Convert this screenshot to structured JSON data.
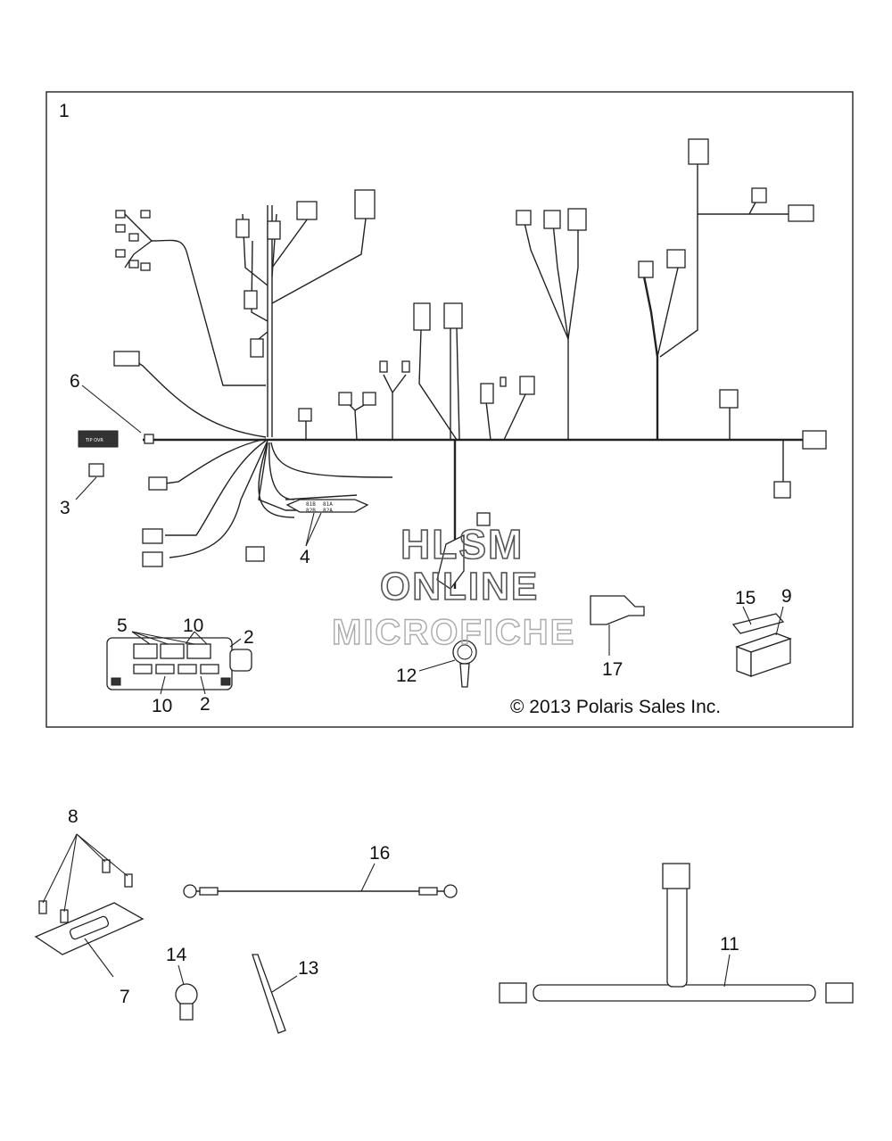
{
  "callouts": {
    "c1": "1",
    "c2a": "2",
    "c2b": "2",
    "c3": "3",
    "c4": "4",
    "c5": "5",
    "c6": "6",
    "c7": "7",
    "c8": "8",
    "c9": "9",
    "c10a": "10",
    "c10b": "10",
    "c11": "11",
    "c12": "12",
    "c13": "13",
    "c14": "14",
    "c15": "15",
    "c16": "16",
    "c17": "17"
  },
  "copyright": "© 2013 Polaris Sales Inc.",
  "watermark": {
    "line1": "HLSM",
    "line2": "ONLINE",
    "line3": "MICROFICHE"
  },
  "labels": {
    "module_tag": "TIP OVR",
    "fuse_tags": [
      "81B",
      "81A",
      "82B",
      "82A"
    ]
  }
}
